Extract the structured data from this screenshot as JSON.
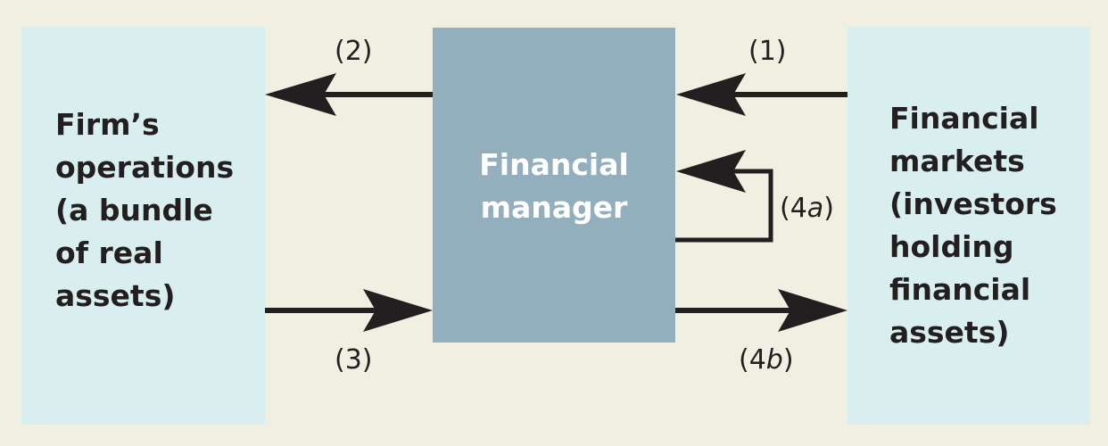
{
  "boxes": {
    "firm": {
      "label": "Firm’s\noperations\n(a bundle\nof real\nassets)"
    },
    "manager": {
      "label": "Financial\nmanager"
    },
    "markets": {
      "label": "Financial\nmarkets\n(investors\nholding\nfinancial\nassets)"
    }
  },
  "flows": {
    "f1": {
      "label": "(1)"
    },
    "f2": {
      "label": "(2)"
    },
    "f3": {
      "label": "(3)"
    },
    "f4a": {
      "open": "(4",
      "letter": "a",
      "close": ")"
    },
    "f4b": {
      "open": "(4",
      "letter": "b",
      "close": ")"
    }
  },
  "colors": {
    "background": "#f1eee2",
    "outer_box": "#d9eeee",
    "center_box": "#93afbe",
    "arrow": "#231f20"
  }
}
